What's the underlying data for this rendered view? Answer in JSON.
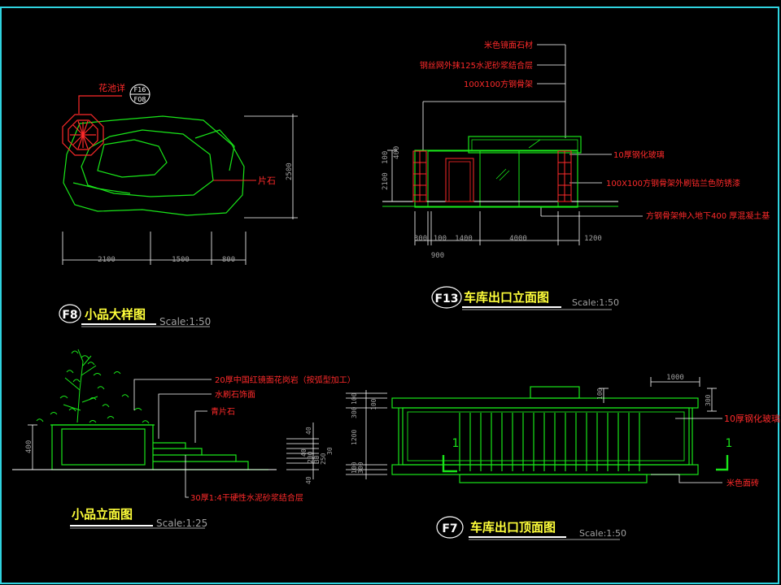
{
  "drawing": {
    "background": "#000000",
    "frame_color": "#2fd3df",
    "colors": {
      "green": "#19e619",
      "red": "#ff2a2a",
      "white": "#ffffff",
      "grey": "#a0a0a0",
      "yellow": "#ffff3a"
    }
  },
  "f8": {
    "badge": "F8",
    "title": "小品大样图",
    "scale": "Scale:1:50",
    "detail_label": "花池详",
    "detail_ref_top": "F16",
    "detail_ref_bottom": "F08",
    "stone_label": "片石",
    "dims_bottom": [
      "2100",
      "1500",
      "800"
    ],
    "dim_height": "2500"
  },
  "f13": {
    "badge": "F13",
    "title": "车库出口立面图",
    "scale": "Scale:1:50",
    "notes_left": [
      "米色镜面石材",
      "钢丝网外抹125水泥砂浆结合层",
      "100X100方钢骨架"
    ],
    "notes_right": [
      "10厚钢化玻璃",
      "100X100方钢骨架外刷钴兰色防锈漆",
      "方钢骨架伸入地下400 厚混凝土基"
    ],
    "dims_left": [
      "2100",
      "100",
      "400"
    ],
    "dims_bottom": [
      "300",
      "100",
      "1400",
      "4000",
      "1200"
    ],
    "dim_below": "900"
  },
  "elev": {
    "title": "小品立面图",
    "scale": "Scale:1:25",
    "notes": [
      "20厚中国红镜面花岗岩（按弧型加工）",
      "水刷石饰面",
      "青片石",
      "30厚1:4干硬性水泥砂浆结合层"
    ],
    "dim_left": "400",
    "dims_right": [
      "40",
      "40",
      "200",
      "30",
      "250",
      "30",
      "40"
    ]
  },
  "f7": {
    "badge": "F7",
    "title": "车库出口顶面图",
    "scale": "Scale:1:50",
    "notes": [
      "10厚钢化玻璃",
      "米色面砖"
    ],
    "dim_top": "1000",
    "dim_small": "100",
    "dim_right": "300",
    "dims_left": [
      "100",
      "300",
      "100",
      "1200",
      "100",
      "300"
    ],
    "section_marks": [
      "1",
      "1"
    ]
  }
}
